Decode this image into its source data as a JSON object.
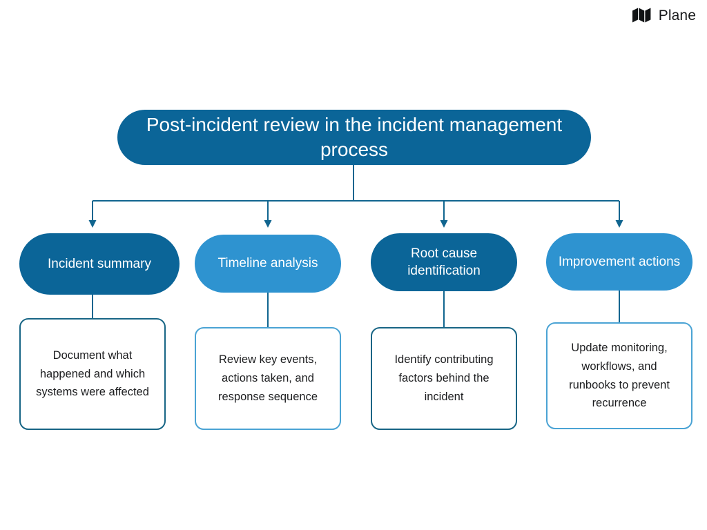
{
  "brand": {
    "name": "Plane",
    "logo_icon": "plane-logo-icon"
  },
  "diagram": {
    "title": "Post-incident review in the incident management process",
    "colors": {
      "dark_blue": "#0b6598",
      "light_blue": "#2e93d0",
      "connector": "#10658f",
      "border_dark": "#176585",
      "border_light": "#4aa3d4",
      "background": "#ffffff",
      "node_text": "#ffffff",
      "body_text": "#1c1d1f"
    },
    "branches": [
      {
        "node_label": "Incident summary",
        "description": "Document what happened and which systems were affected",
        "node_color": "#0b6598",
        "box_border_color": "#176585"
      },
      {
        "node_label": "Timeline analysis",
        "description": "Review key events, actions taken, and response sequence",
        "node_color": "#2e93d0",
        "box_border_color": "#4aa3d4"
      },
      {
        "node_label": "Root cause identification",
        "description": "Identify contributing factors behind the incident",
        "node_color": "#0b6598",
        "box_border_color": "#176585"
      },
      {
        "node_label": "Improvement actions",
        "description": "Update monitoring, workflows, and runbooks to prevent recurrence",
        "node_color": "#2e93d0",
        "box_border_color": "#4aa3d4"
      }
    ]
  }
}
